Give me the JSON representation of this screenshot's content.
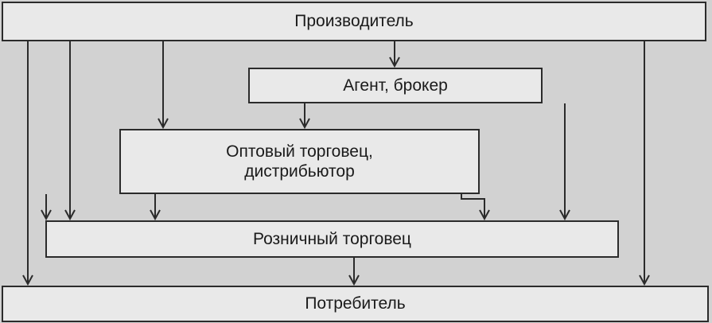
{
  "diagram": {
    "nodes": {
      "producer": "Производитель",
      "agent": "Агент, брокер",
      "wholesaler": [
        "Оптовый торговец,",
        "дистрибьютор"
      ],
      "retailer": "Розничный торговец",
      "consumer": "Потребитель"
    },
    "edges": [
      {
        "from": "producer",
        "to": "agent"
      },
      {
        "from": "producer",
        "to": "wholesaler"
      },
      {
        "from": "producer",
        "to": "retailer"
      },
      {
        "from": "producer",
        "to": "consumer"
      },
      {
        "from": "agent",
        "to": "wholesaler"
      },
      {
        "from": "agent",
        "to": "retailer"
      },
      {
        "from": "agent",
        "to": "consumer"
      },
      {
        "from": "wholesaler",
        "to": "retailer"
      },
      {
        "from": "wholesaler",
        "to": "consumer"
      },
      {
        "from": "retailer",
        "to": "consumer"
      }
    ]
  }
}
